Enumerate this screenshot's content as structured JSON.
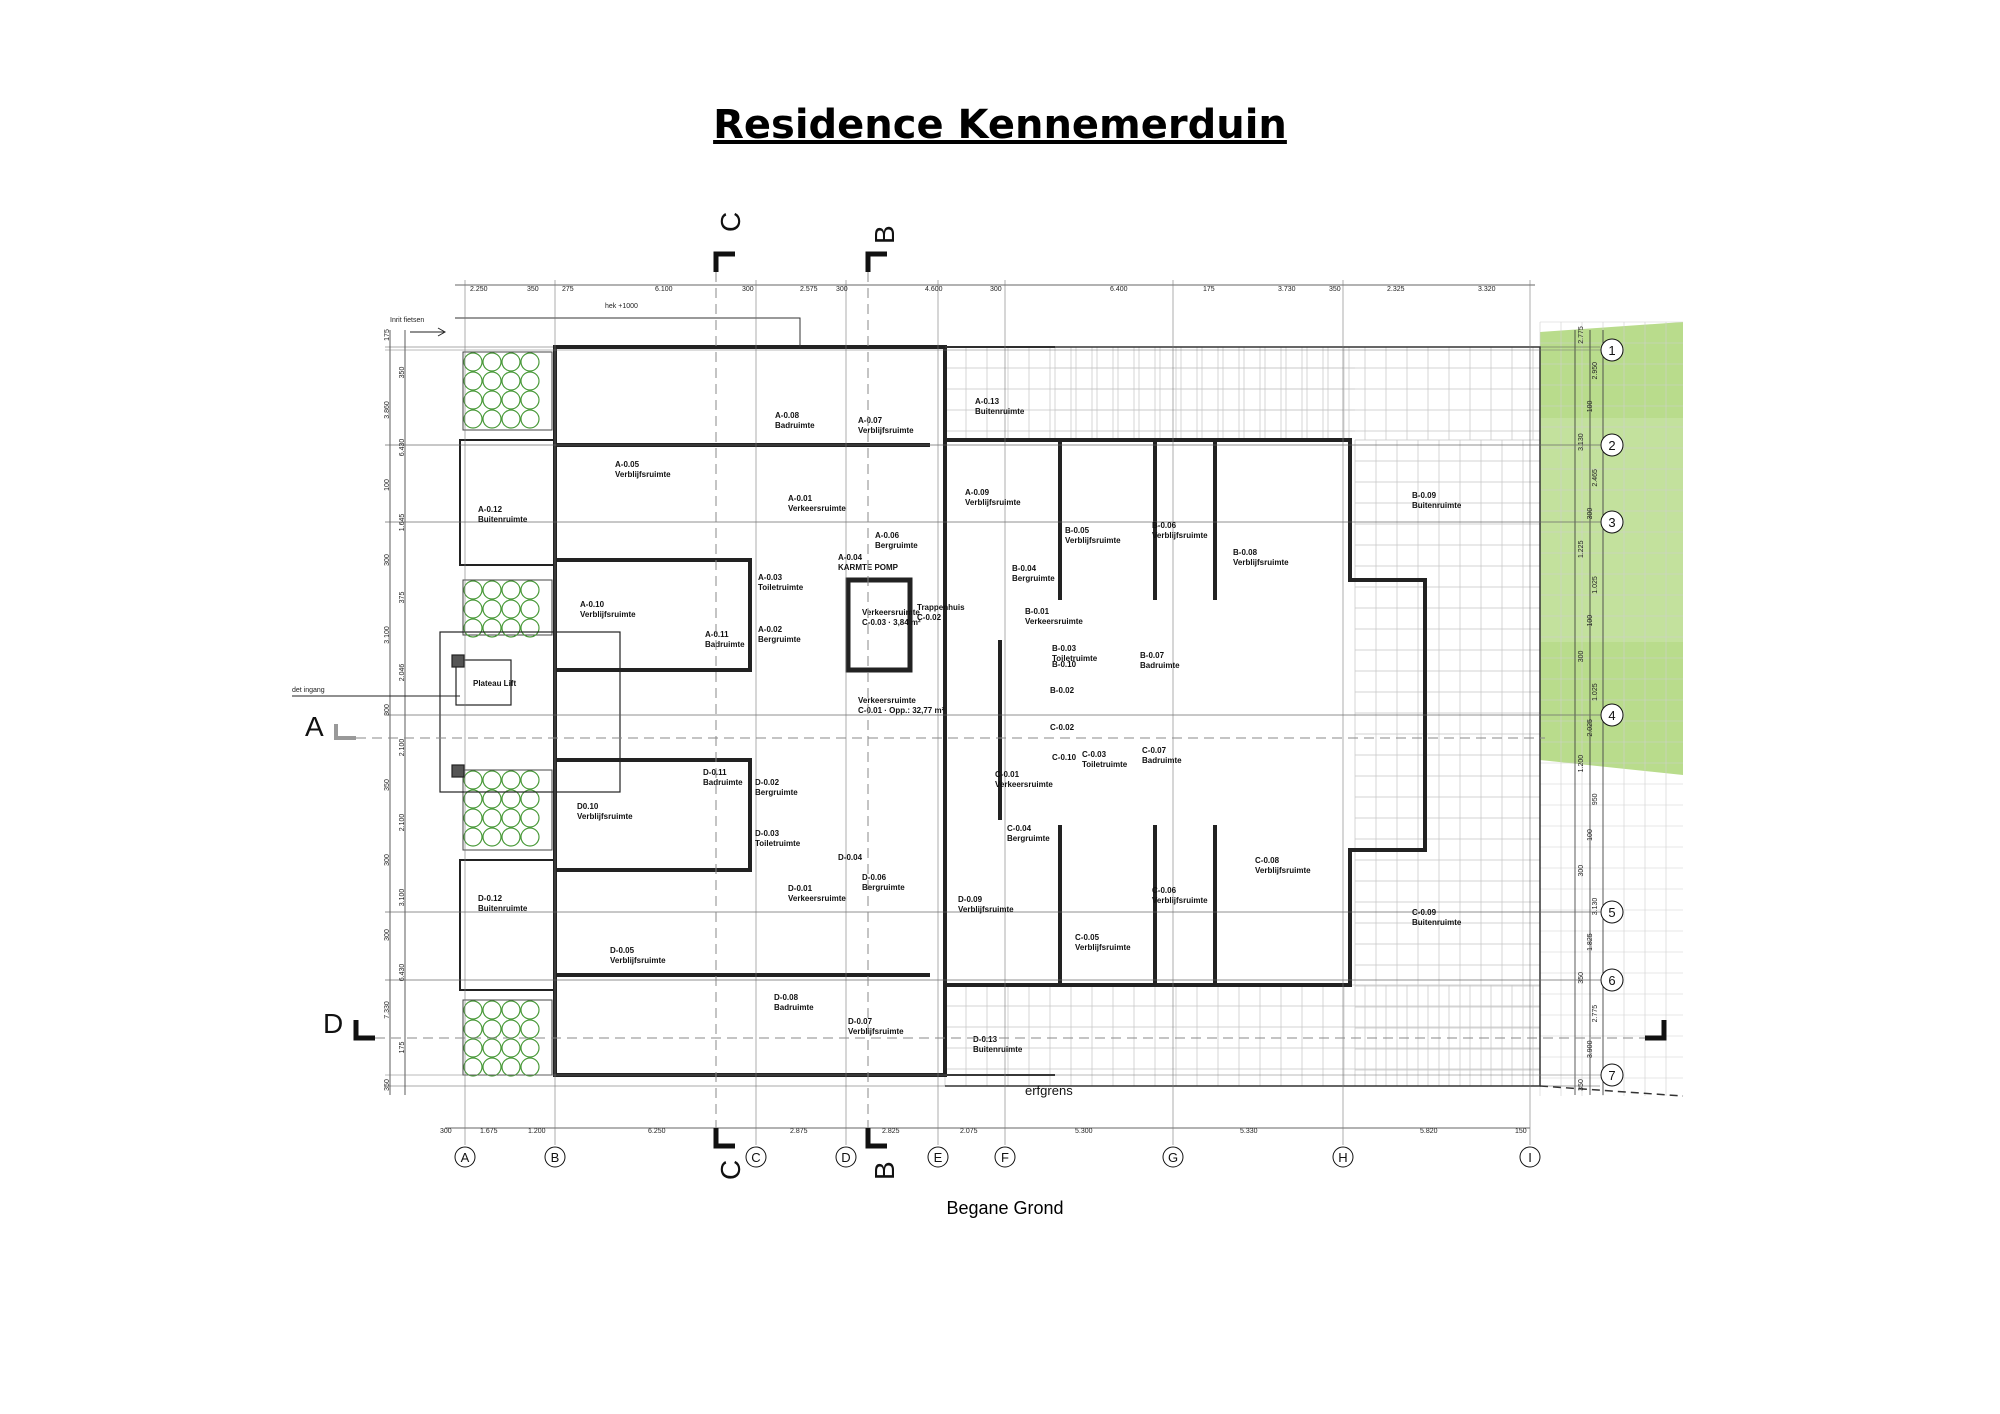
{
  "title": "Residence Kennemerduin",
  "caption": "Begane Grond",
  "colors": {
    "greenery": "#b9dc8c",
    "tree_stroke": "#4a9a3a",
    "wall": "#222222",
    "grid": "#bdbdbd"
  },
  "notes": {
    "inrit": "Inrit fietsen",
    "hek": "hek +1000",
    "det_ingang": "det ingang",
    "plateau_lift": "Plateau Lift",
    "erfgrens": "erfgrens"
  },
  "section_markers": {
    "A": "A",
    "B": "B",
    "C": "C",
    "D": "D"
  },
  "axes_letters": [
    "A",
    "B",
    "C",
    "D",
    "E",
    "F",
    "G",
    "H",
    "I"
  ],
  "axes_numbers": [
    "1",
    "2",
    "3",
    "4",
    "5",
    "6",
    "7"
  ],
  "dims_top": [
    "2.250",
    "350",
    "275",
    "6.100",
    "300",
    "2.575",
    "300",
    "4.600",
    "300",
    "6.400",
    "175",
    "3.730",
    "350",
    "2.325",
    "3.320"
  ],
  "dims_bottom": [
    "300",
    "1.675",
    "1.200",
    "6.250",
    "2.875",
    "2.825",
    "2.075",
    "5.300",
    "5.330",
    "5.820",
    "150"
  ],
  "dims_left": [
    "175",
    "350",
    "3.860",
    "6.430",
    "100",
    "1.645",
    "300",
    "375",
    "3.100",
    "2.046",
    "300",
    "2.100",
    "350",
    "2.100",
    "300",
    "3.100",
    "300",
    "6.430",
    "7.330",
    "175",
    "350"
  ],
  "dims_right": [
    "2.775",
    "2.950",
    "100",
    "3.130",
    "2.465",
    "300",
    "1.225",
    "1.025",
    "100",
    "300",
    "1.025",
    "2.025",
    "1.200",
    "950",
    "100",
    "300",
    "3.130",
    "1.825",
    "350",
    "2.775",
    "3.900",
    "350"
  ],
  "rooms": [
    {
      "code": "A-0.05",
      "name": "Verblijfsruimte"
    },
    {
      "code": "A-0.08",
      "name": "Badruimte"
    },
    {
      "code": "A-0.07",
      "name": "Verblijfsruimte"
    },
    {
      "code": "A-0.13",
      "name": "Buitenruimte"
    },
    {
      "code": "A-0.12",
      "name": "Buitenruimte"
    },
    {
      "code": "A-0.01",
      "name": "Verkeersruimte"
    },
    {
      "code": "A-0.09",
      "name": "Verblijfsruimte"
    },
    {
      "code": "A-0.06",
      "name": "Bergruimte"
    },
    {
      "code": "A-0.10",
      "name": "Verblijfsruimte"
    },
    {
      "code": "A-0.03",
      "name": "Toiletruimte"
    },
    {
      "code": "A-0.11",
      "name": "Badruimte"
    },
    {
      "code": "A-0.02",
      "name": "Bergruimte"
    },
    {
      "code": "A-0.04",
      "name": "KARMTE POMP"
    },
    {
      "code": "Verkeersruimte",
      "name": "C-0.03 · 3,84 m²"
    },
    {
      "code": "Trappenhuis",
      "name": "C-0.02"
    },
    {
      "code": "B-0.05",
      "name": "Verblijfsruimte"
    },
    {
      "code": "B-0.06",
      "name": "Verblijfsruimte"
    },
    {
      "code": "B-0.08",
      "name": "Verblijfsruimte"
    },
    {
      "code": "B-0.09",
      "name": "Buitenruimte"
    },
    {
      "code": "B-0.04",
      "name": "Bergruimte"
    },
    {
      "code": "B-0.01",
      "name": "Verkeersruimte"
    },
    {
      "code": "B-0.10",
      "name": ""
    },
    {
      "code": "B-0.07",
      "name": "Badruimte"
    },
    {
      "code": "B-0.03",
      "name": "Toiletruimte"
    },
    {
      "code": "B-0.02",
      "name": ""
    },
    {
      "code": "Verkeersruimte",
      "name": "C-0.01 · Opp.: 32,77 m²"
    },
    {
      "code": "C-0.02",
      "name": ""
    },
    {
      "code": "C-0.10",
      "name": ""
    },
    {
      "code": "C-0.03",
      "name": "Toiletruimte"
    },
    {
      "code": "C-0.07",
      "name": "Badruimte"
    },
    {
      "code": "C-0.01",
      "name": "Verkeersruimte"
    },
    {
      "code": "C-0.04",
      "name": "Bergruimte"
    },
    {
      "code": "C-0.05",
      "name": "Verblijfsruimte"
    },
    {
      "code": "C-0.06",
      "name": "Verblijfsruimte"
    },
    {
      "code": "C-0.08",
      "name": "Verblijfsruimte"
    },
    {
      "code": "C-0.09",
      "name": "Buitenruimte"
    },
    {
      "code": "D-0.11",
      "name": "Badruimte"
    },
    {
      "code": "D-0.02",
      "name": "Bergruimte"
    },
    {
      "code": "D0.10",
      "name": "Verblijfsruimte"
    },
    {
      "code": "D-0.03",
      "name": "Toiletruimte"
    },
    {
      "code": "D-0.12",
      "name": "Buitenruimte"
    },
    {
      "code": "D-0.01",
      "name": "Verkeersruimte"
    },
    {
      "code": "D-0.06",
      "name": "Bergruimte"
    },
    {
      "code": "D-0.04",
      "name": ""
    },
    {
      "code": "D-0.09",
      "name": "Verblijfsruimte"
    },
    {
      "code": "D-0.05",
      "name": "Verblijfsruimte"
    },
    {
      "code": "D-0.08",
      "name": "Badruimte"
    },
    {
      "code": "D-0.07",
      "name": "Verblijfsruimte"
    },
    {
      "code": "D-0.13",
      "name": "Buitenruimte"
    }
  ]
}
